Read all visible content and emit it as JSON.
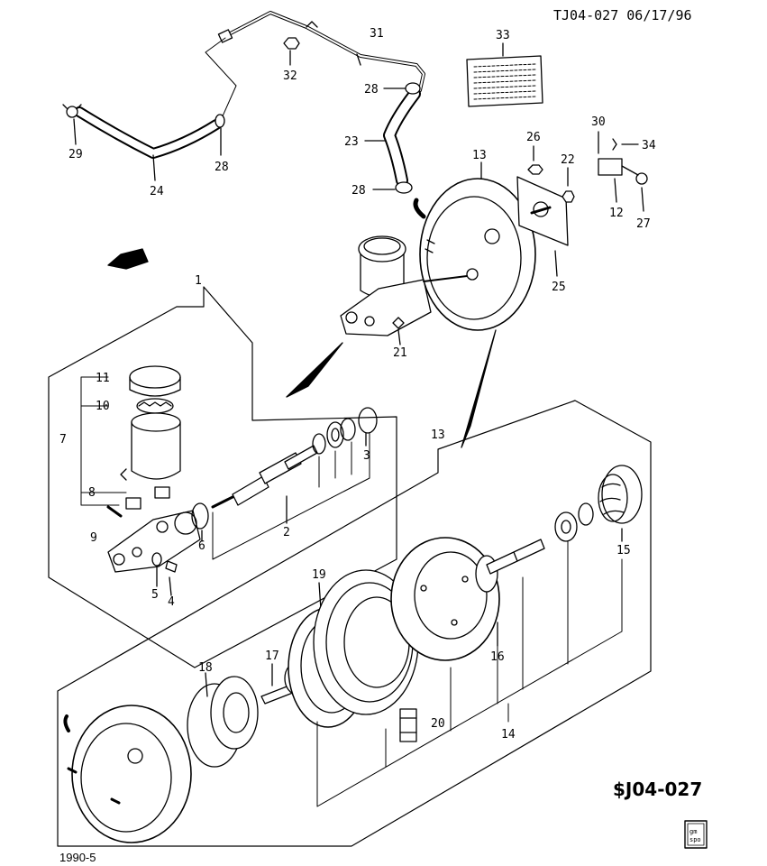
{
  "header": {
    "doc_ref": "TJ04-027 06/17/96"
  },
  "footer": {
    "model_year": "1990-5",
    "diagram_code": "$J04-027",
    "logo_text": [
      "gm",
      "spo"
    ]
  },
  "fwd_label": "FWD",
  "callouts": {
    "c1": "1",
    "c2": "2",
    "c3": "3",
    "c4": "4",
    "c5": "5",
    "c6": "6",
    "c7": "7",
    "c8": "8",
    "c9": "9",
    "c10": "10",
    "c11": "11",
    "c12": "12",
    "c13a": "13",
    "c13b": "13",
    "c14": "14",
    "c15": "15",
    "c16": "16",
    "c17": "17",
    "c18": "18",
    "c19": "19",
    "c20": "20",
    "c21": "21",
    "c22": "22",
    "c23": "23",
    "c24": "24",
    "c25": "25",
    "c26": "26",
    "c27": "27",
    "c28a": "28",
    "c28b": "28",
    "c28c": "28",
    "c29": "29",
    "c30": "30",
    "c31": "31",
    "c32": "32",
    "c33": "33",
    "c34": "34"
  }
}
